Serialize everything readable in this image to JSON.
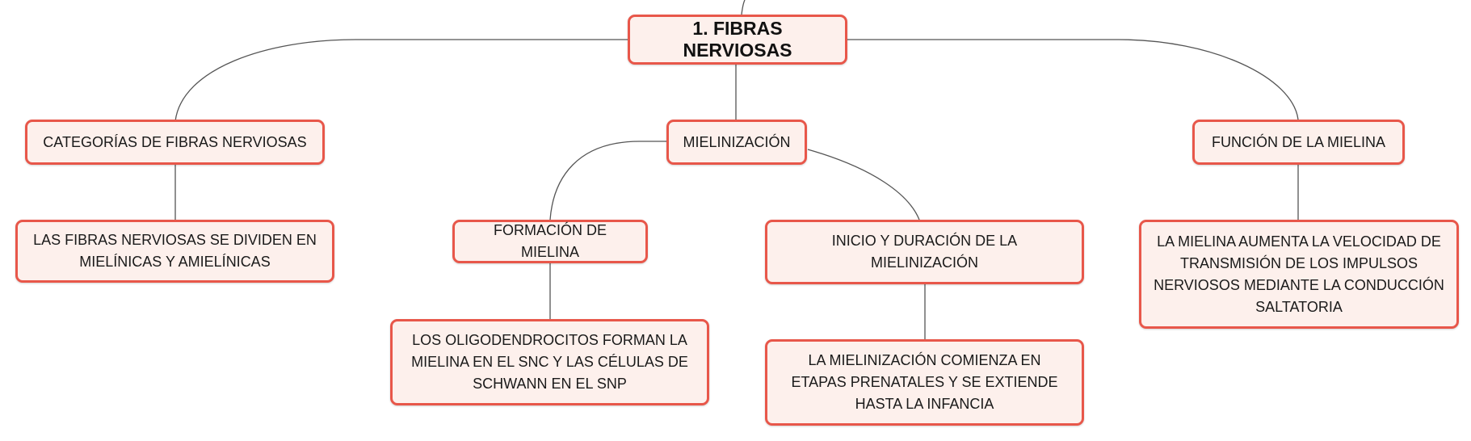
{
  "diagram": {
    "colors": {
      "node_border": "#e8574a",
      "node_fill": "#fdf0ec",
      "connector": "#555555",
      "text": "#1a1a1a"
    },
    "root": {
      "label": "1. FIBRAS NERVIOSAS"
    },
    "branches": {
      "categorias": {
        "label": "CATEGORÍAS DE FIBRAS NERVIOSAS",
        "detail": "LAS FIBRAS NERVIOSAS SE DIVIDEN EN MIELÍNICAS Y AMIELÍNICAS"
      },
      "mielinizacion": {
        "label": "MIELINIZACIÓN",
        "formacion": {
          "label": "FORMACIÓN DE MIELINA",
          "detail": "LOS OLIGODENDROCITOS FORMAN LA MIELINA EN EL SNC Y LAS CÉLULAS DE SCHWANN EN EL SNP"
        },
        "inicio": {
          "label": "INICIO Y DURACIÓN DE LA MIELINIZACIÓN",
          "detail": "LA MIELINIZACIÓN COMIENZA EN ETAPAS PRENATALES Y SE EXTIENDE HASTA LA INFANCIA"
        }
      },
      "funcion": {
        "label": "FUNCIÓN DE LA MIELINA",
        "detail": "LA MIELINA AUMENTA LA VELOCIDAD DE TRANSMISIÓN DE LOS IMPULSOS NERVIOSOS MEDIANTE LA CONDUCCIÓN SALTATORIA"
      }
    }
  }
}
